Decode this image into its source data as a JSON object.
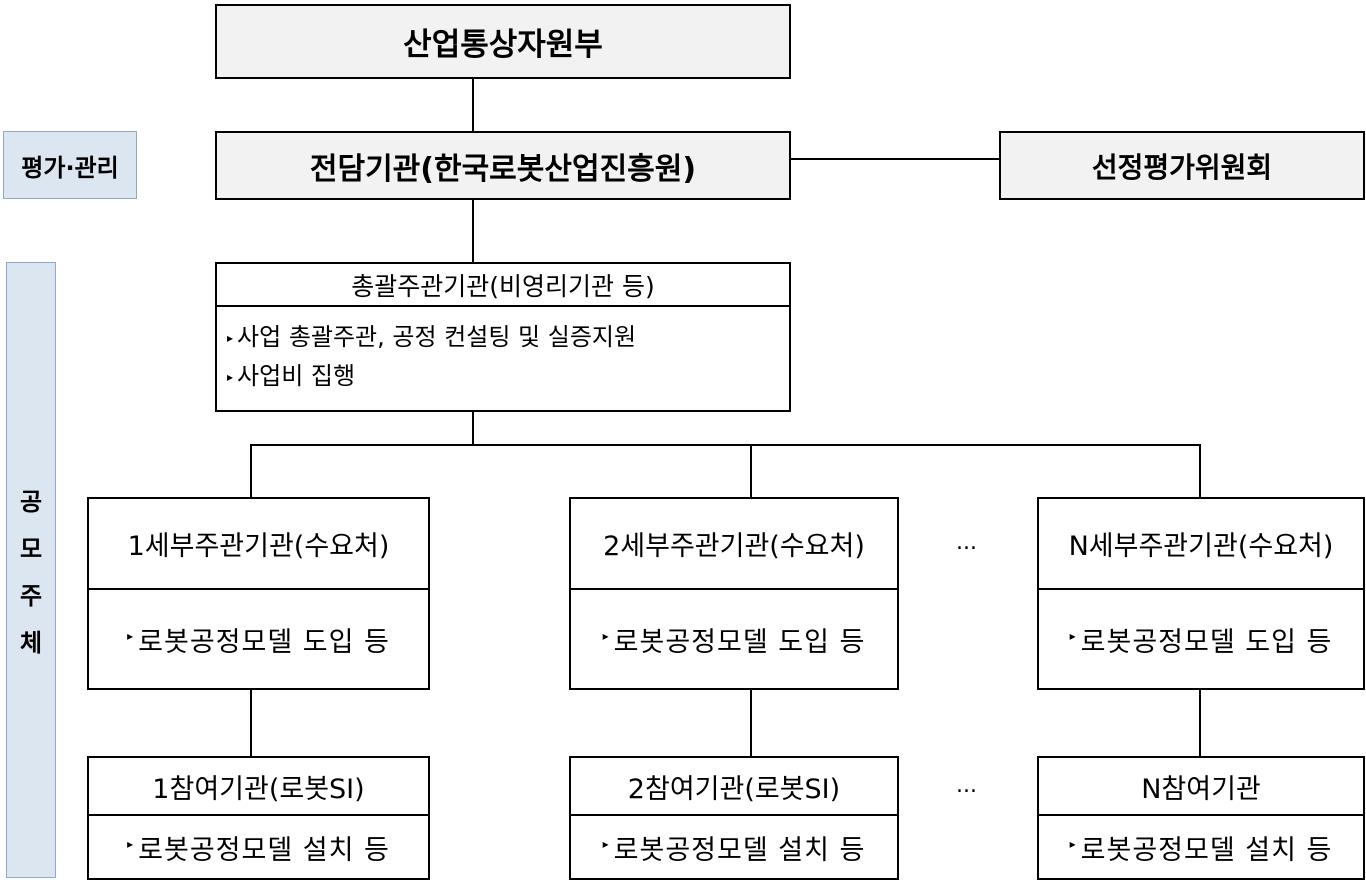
{
  "ministry": "산업통상자원부",
  "side_labels": {
    "eval": "평가·관리",
    "applicant": [
      "공",
      "모",
      "주",
      "체"
    ]
  },
  "agency": "전담기관(한국로봇산업진흥원)",
  "committee": "선정평가위원회",
  "lead": {
    "title": "총괄주관기관(비영리기관 등)",
    "bullets": [
      "사업 총괄주관, 공정 컨설팅 및 실증지원",
      "사업비 집행"
    ]
  },
  "sub_orgs": [
    {
      "title": "1세부주관기관(수요처)",
      "body": "로봇공정모델 도입 등"
    },
    {
      "title": "2세부주관기관(수요처)",
      "body": "로봇공정모델 도입 등"
    },
    {
      "title": "N세부주관기관(수요처)",
      "body": "로봇공정모델 도입 등"
    }
  ],
  "participants": [
    {
      "title": "1참여기관(로봇SI)",
      "body": "로봇공정모델 설치 등"
    },
    {
      "title": "2참여기관(로봇SI)",
      "body": "로봇공정모델 설치 등"
    },
    {
      "title": "N참여기관",
      "body": "로봇공정모델 설치 등"
    }
  ],
  "ellipsis": "..."
}
